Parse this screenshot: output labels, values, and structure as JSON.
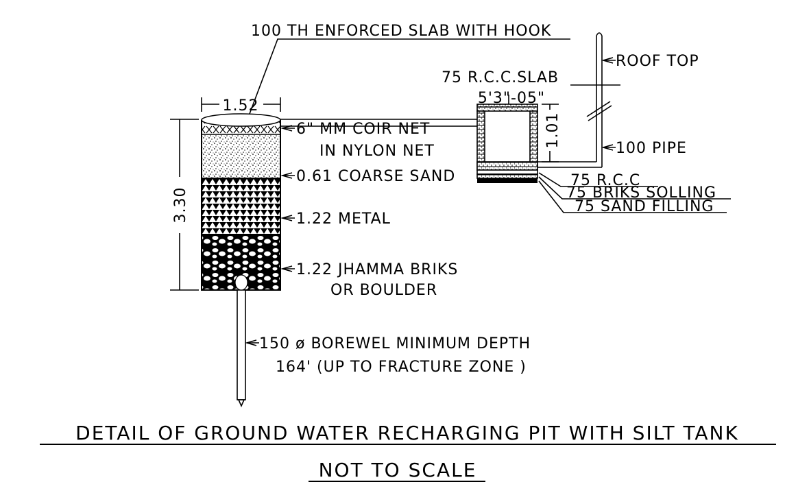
{
  "labels": {
    "slab_hook": "100 TH ENFORCED SLAB WITH HOOK",
    "roof_top": "ROOF TOP",
    "rcc_slab": "75 R.C.C.SLAB",
    "tank_width": "5'3\"-05\"",
    "tank_height": "1.01",
    "pipe": "100 PIPE",
    "pit_width": "1.52",
    "pit_depth": "3.30",
    "coir_net_1": "6\" MM COIR NET",
    "coir_net_2": "IN NYLON NET",
    "coarse_sand": "0.61 COARSE SAND",
    "metal": "1.22 METAL",
    "jhamma_1": "1.22 JHAMMA BRIKS",
    "jhamma_2": "OR BOULDER",
    "rcc": "75 R.C.C",
    "briks_solling": "75 BRIKS SOLLING",
    "sand_filling": "75 SAND FILLING",
    "borewel_1": "150  ø BOREWEL MINIMUM DEPTH",
    "borewel_2": "164' (UP TO FRACTURE ZONE )"
  },
  "title": "DETAIL OF GROUND WATER RECHARGING PIT WITH SILT TANK",
  "subtitle": "NOT TO SCALE"
}
